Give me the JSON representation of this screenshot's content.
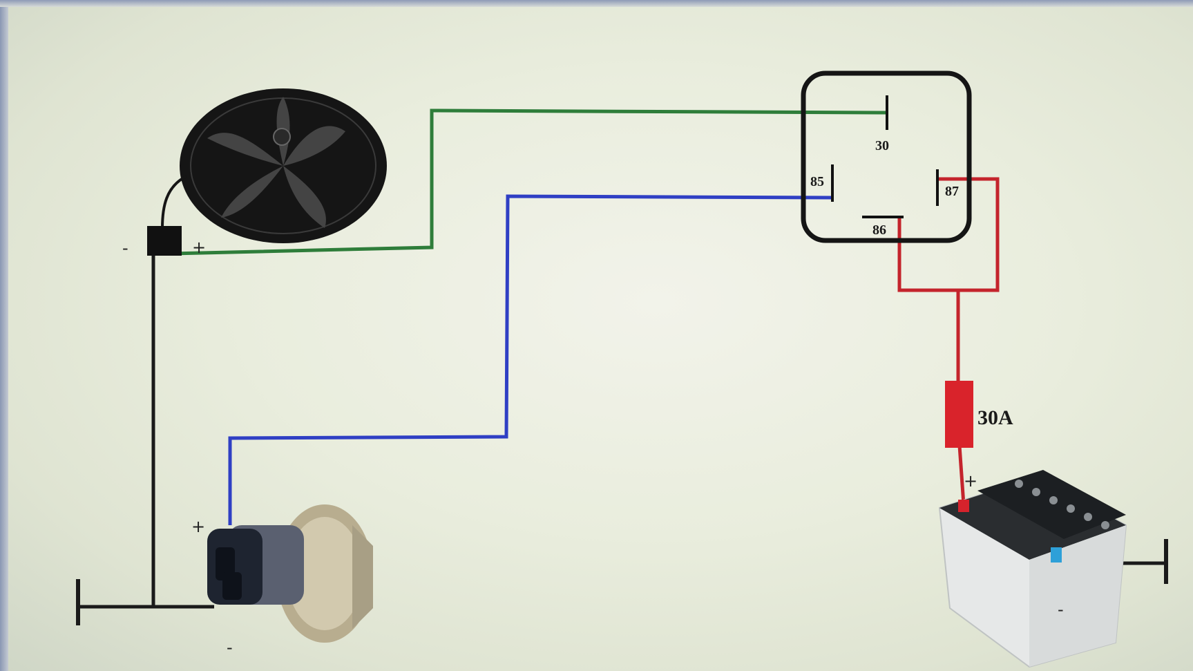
{
  "relay": {
    "pins": {
      "p30": "30",
      "p85": "85",
      "p86": "86",
      "p87": "87"
    }
  },
  "fuse": {
    "label": "30A"
  },
  "fan": {
    "minus_sign": "-",
    "plus_sign": "+"
  },
  "sensor": {
    "plus_sign": "+",
    "minus_sign": "-"
  },
  "battery": {
    "plus_sign": "+",
    "minus_sign": "-"
  },
  "colors": {
    "wire_green": "#2e7d3a",
    "wire_blue": "#2f3fc4",
    "wire_red": "#c4242c",
    "wire_black": "#1a1a1a",
    "fuse_red": "#d9232b"
  }
}
